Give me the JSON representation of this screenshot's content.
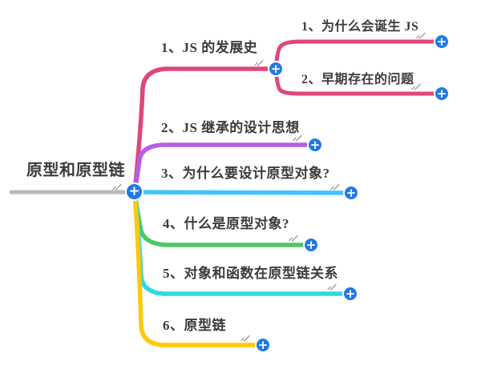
{
  "ui": {
    "background": "#ffffff",
    "plus_glyph": "+",
    "plus_button_color": "#2278e6",
    "edit_icon_color": "#999999",
    "text_color": "#3b3b3b"
  },
  "root": {
    "label": "原型和原型链",
    "line_color": "#b9b9b9"
  },
  "branches": [
    {
      "label": "1、JS 的发展史",
      "color": "#e0467e",
      "children": [
        {
          "label": "1、为什么会诞生 JS",
          "color": "#e0467e"
        },
        {
          "label": "2、早期存在的问题",
          "color": "#e0467e"
        }
      ]
    },
    {
      "label": "2、JS 继承的设计思想",
      "color": "#b55fe8"
    },
    {
      "label": "3、为什么要设计原型对象?",
      "color": "#41c3ff"
    },
    {
      "label": "4、什么是原型对象?",
      "color": "#4dc862"
    },
    {
      "label": "5、对象和函数在原型链关系",
      "color": "#2fd9e2"
    },
    {
      "label": "6、原型链",
      "color": "#ffc90a"
    }
  ]
}
